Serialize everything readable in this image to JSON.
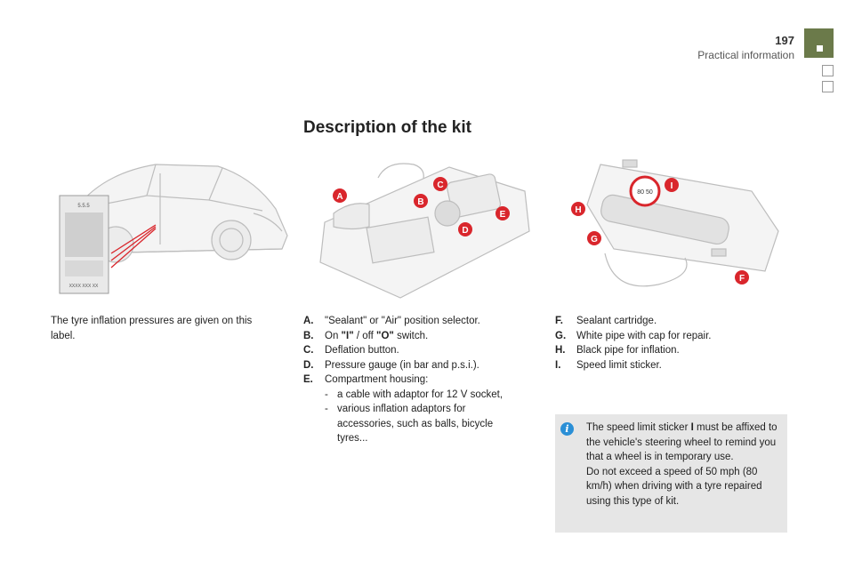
{
  "header": {
    "page_number": "197",
    "section": "Practical information"
  },
  "title": "Description of the kit",
  "car_caption": "The tyre inflation pressures are given on this label.",
  "car_label_text": {
    "top": "5.5.5",
    "bottom": "XXXX XXX XX"
  },
  "kit_callouts": {
    "a": "A",
    "b": "B",
    "c": "C",
    "d": "D",
    "e": "E",
    "f": "F",
    "g": "G",
    "h": "H",
    "i": "I",
    "sticker": "80 50"
  },
  "items_left": [
    {
      "key": "A.",
      "text": "\"Sealant\" or \"Air\" position selector."
    },
    {
      "key": "B.",
      "text_before": "On ",
      "bold1": "\"I\"",
      "text_mid": " / off ",
      "bold2": "\"O\"",
      "text_after": " switch."
    },
    {
      "key": "C.",
      "text": "Deflation button."
    },
    {
      "key": "D.",
      "text": "Pressure gauge (in bar and p.s.i.)."
    },
    {
      "key": "E.",
      "text": "Compartment housing:"
    }
  ],
  "sub_items": [
    {
      "dash": "-",
      "text": "a cable with adaptor for 12 V socket,"
    },
    {
      "dash": "-",
      "text": "various inflation adaptors for accessories, such as balls, bicycle tyres..."
    }
  ],
  "items_right": [
    {
      "key": "F.",
      "text": "Sealant cartridge."
    },
    {
      "key": "G.",
      "text": "White pipe with cap for repair."
    },
    {
      "key": "H.",
      "text": "Black pipe for inflation."
    },
    {
      "key": "I.",
      "text": "Speed limit sticker."
    }
  ],
  "info": {
    "text_before": "The speed limit sticker ",
    "bold": "I",
    "text_after": " must be affixed to the vehicle's steering wheel to remind you that a wheel is in temporary use.",
    "para2": "Do not exceed a speed of 50 mph (80 km/h) when driving with a tyre repaired using this type of kit."
  },
  "colors": {
    "accent_green": "#6b7a4a",
    "callout_red": "#d9262c",
    "info_box": "#e6e6e6",
    "info_icon": "#2a8fd6"
  }
}
